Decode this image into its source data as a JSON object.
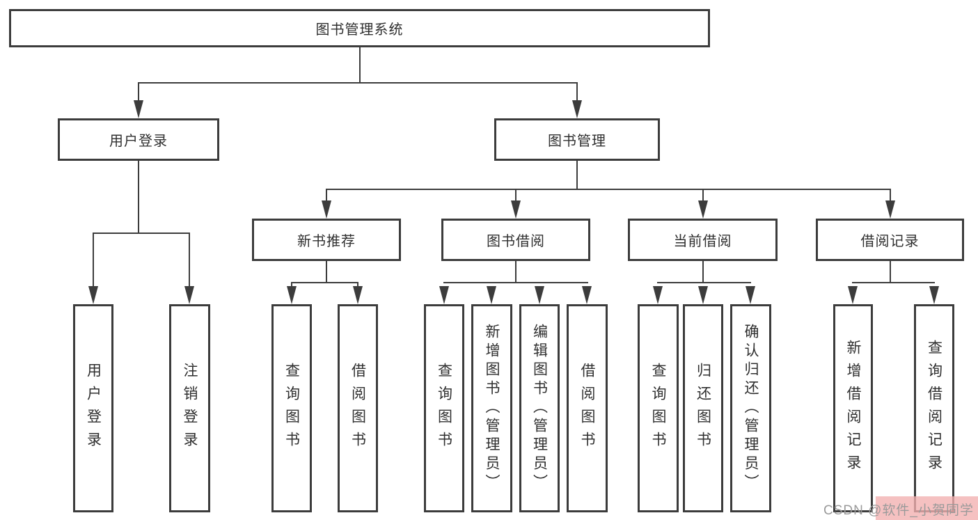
{
  "diagram": {
    "title": "图书管理系统",
    "root": {
      "label": "图书管理系统"
    },
    "branches": [
      {
        "label": "用户登录",
        "children": [
          {
            "label": "用户登录"
          },
          {
            "label": "注销登录"
          }
        ]
      },
      {
        "label": "图书管理",
        "children": [
          {
            "label": "新书推荐",
            "children": [
              {
                "label": "查询图书"
              },
              {
                "label": "借阅图书"
              }
            ]
          },
          {
            "label": "图书借阅",
            "children": [
              {
                "label": "查询图书"
              },
              {
                "label": "新增图书（管理员）"
              },
              {
                "label": "编辑图书（管理员）"
              },
              {
                "label": "借阅图书"
              }
            ]
          },
          {
            "label": "当前借阅",
            "children": [
              {
                "label": "查询图书"
              },
              {
                "label": "归还图书"
              },
              {
                "label": "确认归还（管理员）"
              }
            ]
          },
          {
            "label": "借阅记录",
            "children": [
              {
                "label": "新增借阅记录"
              },
              {
                "label": "查询借阅记录"
              }
            ]
          }
        ]
      }
    ]
  },
  "watermark": {
    "text": "CSDN @软件_小贺同学"
  },
  "colors": {
    "line": "#3c3c3c",
    "text": "#2f2f2f",
    "watermark_text": "#9a9a9a",
    "watermark_bg": "#f2b0b0"
  }
}
